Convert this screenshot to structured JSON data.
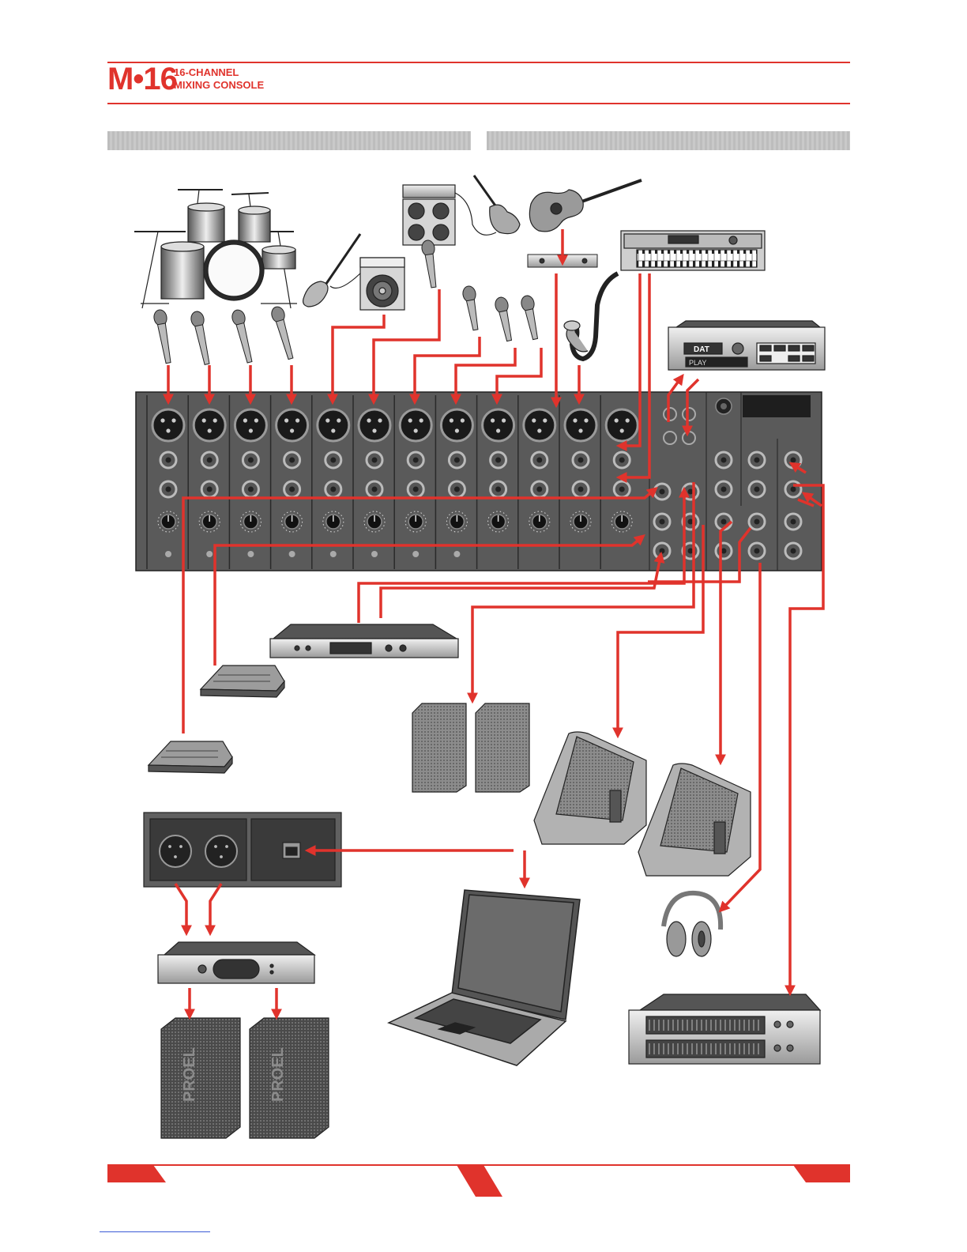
{
  "header": {
    "model": "M•16",
    "subtitle_line1": "16-CHANNEL",
    "subtitle_line2": "MIXING CONSOLE"
  },
  "colors": {
    "accent": "#e0332c",
    "panel": "#5a5a5a",
    "panel_dark": "#3c3c3c",
    "section_bar": "#c4c4c4"
  },
  "devices": {
    "dat_label": "DAT",
    "dat_display": "PLAY",
    "speaker_brand": "PROEL"
  }
}
